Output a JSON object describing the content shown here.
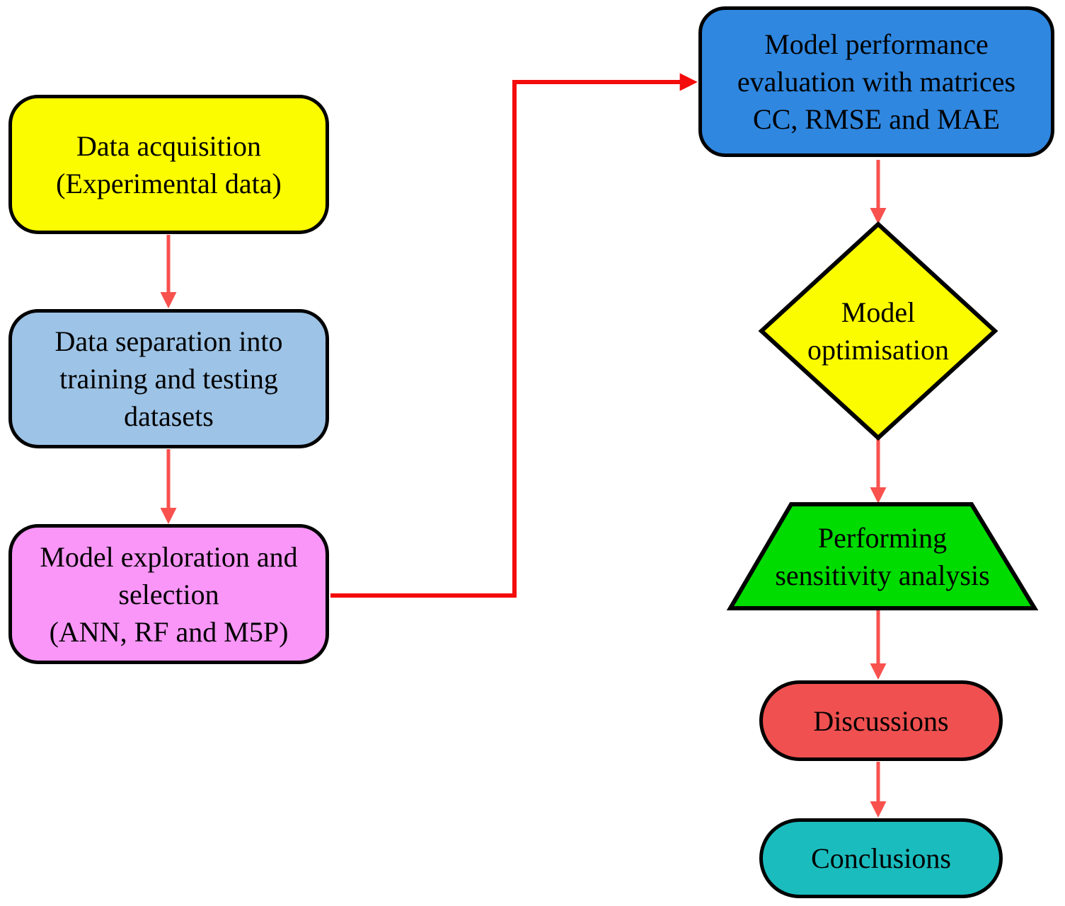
{
  "figure": {
    "type": "flowchart",
    "description": "Methodology flowchart"
  },
  "colors": {
    "background": "#ffffff",
    "node_border": "#000000",
    "text": "#000000",
    "arrow_straight": "#f8514e",
    "arrow_elbow": "#f40b0b"
  },
  "nodes": {
    "data_acquisition": {
      "label": "Data acquisition\n(Experimental data)",
      "shape": "rounded-rectangle",
      "fill": "#fcfc00"
    },
    "data_separation": {
      "label": "Data separation into\ntraining and testing\ndatasets",
      "shape": "rounded-rectangle",
      "fill": "#9dc3e6"
    },
    "model_exploration": {
      "label": "Model exploration and\nselection\n(ANN, RF and M5P)",
      "shape": "rounded-rectangle",
      "fill": "#f996f8"
    },
    "model_evaluation": {
      "label": "Model performance\nevaluation with matrices\nCC, RMSE and MAE",
      "shape": "rounded-rectangle",
      "fill": "#2f87e0"
    },
    "model_optimisation": {
      "label": "Model\noptimisation",
      "shape": "diamond",
      "fill": "#fcfc00"
    },
    "sensitivity_analysis": {
      "label": "Performing\nsensitivity analysis",
      "shape": "trapezoid",
      "fill": "#00dc00"
    },
    "discussions": {
      "label": "Discussions",
      "shape": "pill",
      "fill": "#f05050"
    },
    "conclusions": {
      "label": "Conclusions",
      "shape": "pill",
      "fill": "#1bbcbe"
    }
  },
  "edges": [
    {
      "from": "data_acquisition",
      "to": "data_separation",
      "style": "straight"
    },
    {
      "from": "data_separation",
      "to": "model_exploration",
      "style": "straight"
    },
    {
      "from": "model_exploration",
      "to": "model_evaluation",
      "style": "elbow"
    },
    {
      "from": "model_evaluation",
      "to": "model_optimisation",
      "style": "straight"
    },
    {
      "from": "model_optimisation",
      "to": "sensitivity_analysis",
      "style": "straight"
    },
    {
      "from": "sensitivity_analysis",
      "to": "discussions",
      "style": "straight"
    },
    {
      "from": "discussions",
      "to": "conclusions",
      "style": "straight"
    }
  ]
}
